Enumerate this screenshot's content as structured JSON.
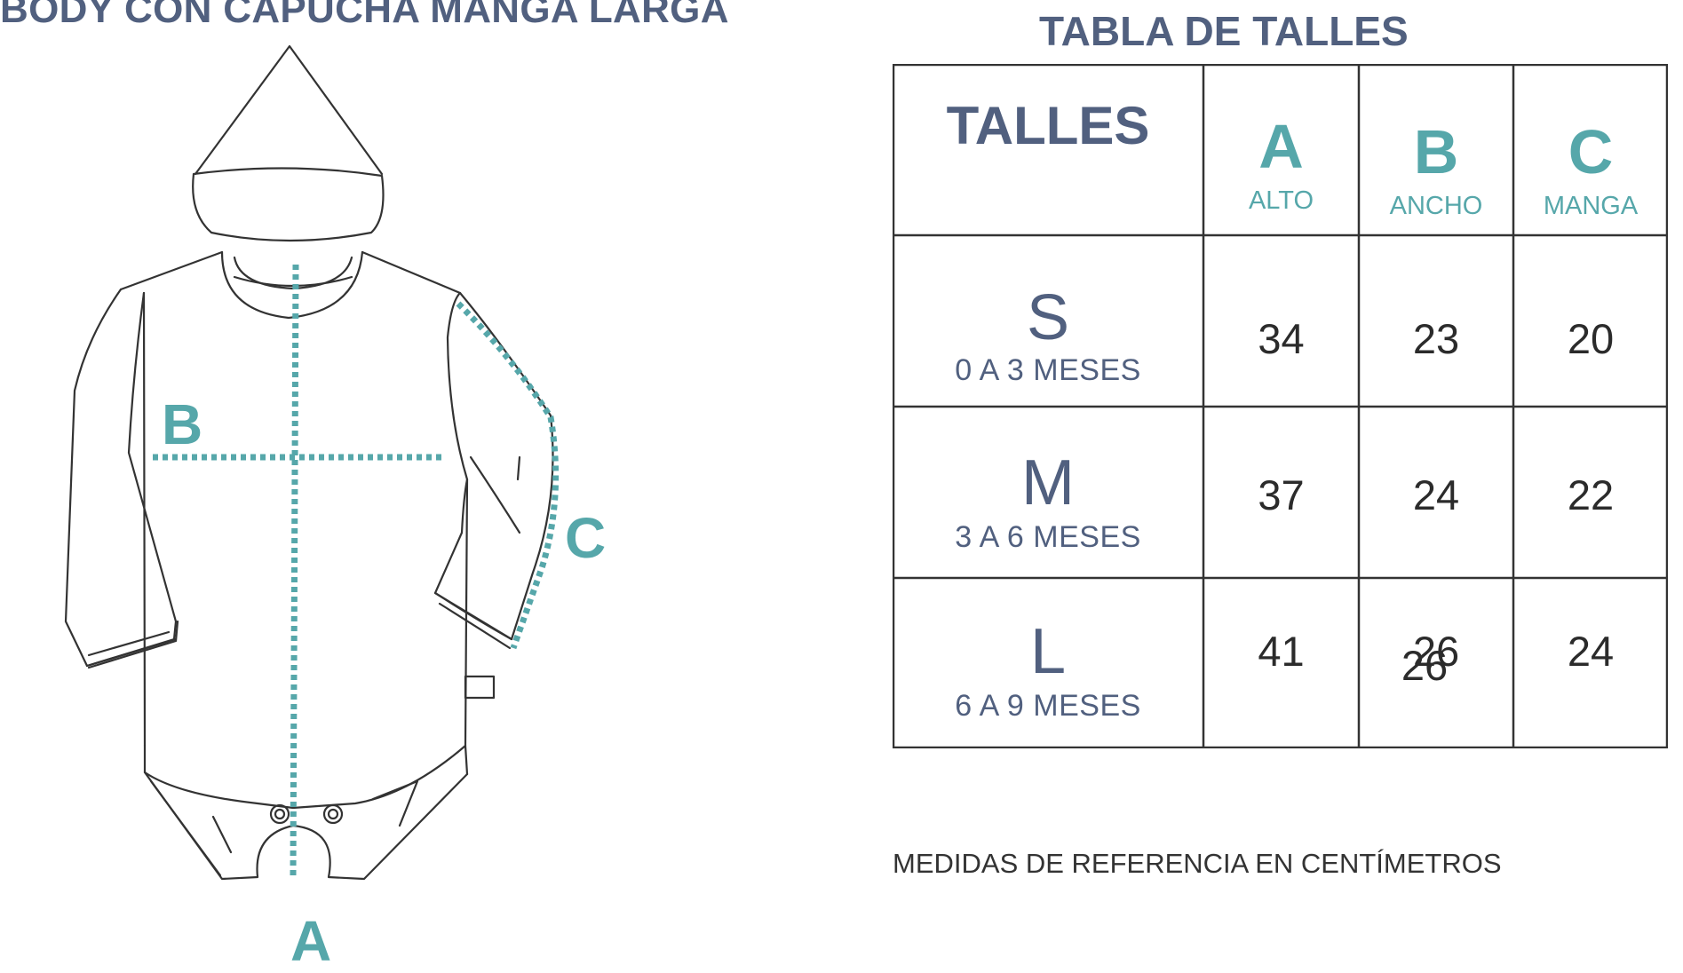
{
  "product_title": "BODY CON CAPUCHA MANGA LARGA",
  "chart_title": "TABLA DE TALLES",
  "dimension_labels": {
    "a": "A",
    "b": "B",
    "c": "C"
  },
  "colors": {
    "title": "#51607f",
    "accent": "#56a7aa",
    "line": "#333333"
  },
  "table": {
    "header_label": "TALLES",
    "columns": [
      {
        "letter": "A",
        "name": "ALTO"
      },
      {
        "letter": "B",
        "name": "ANCHO"
      },
      {
        "letter": "C",
        "name": "MANGA"
      }
    ],
    "rows": [
      {
        "size": "S",
        "age": "0 A 3 MESES",
        "values": [
          "34",
          "23",
          "20"
        ]
      },
      {
        "size": "M",
        "age": "3 A 6 MESES",
        "values": [
          "37",
          "24",
          "22"
        ]
      },
      {
        "size": "L",
        "age": "6 A 9 MESES",
        "values": [
          "41",
          "26",
          "24"
        ],
        "overprint": "26"
      }
    ]
  },
  "footnote": "MEDIDAS DE REFERENCIA EN CENTÍMETROS"
}
